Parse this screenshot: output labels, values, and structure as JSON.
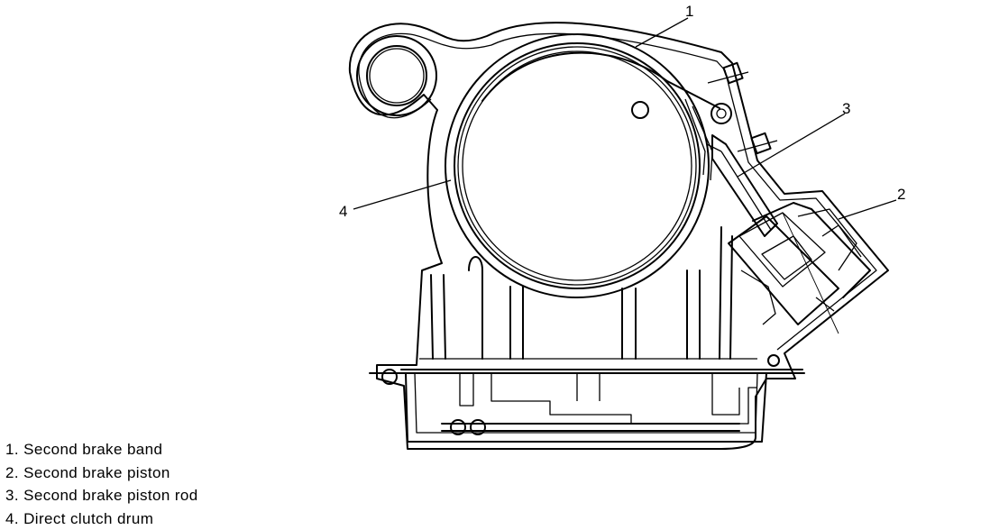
{
  "callouts": [
    "1",
    "2",
    "3",
    "4"
  ],
  "legend": [
    {
      "number": "1.",
      "text": "Second brake band"
    },
    {
      "number": "2.",
      "text": "Second brake piston"
    },
    {
      "number": "3.",
      "text": "Second brake piston rod"
    },
    {
      "number": "4.",
      "text": "Direct clutch drum"
    }
  ]
}
